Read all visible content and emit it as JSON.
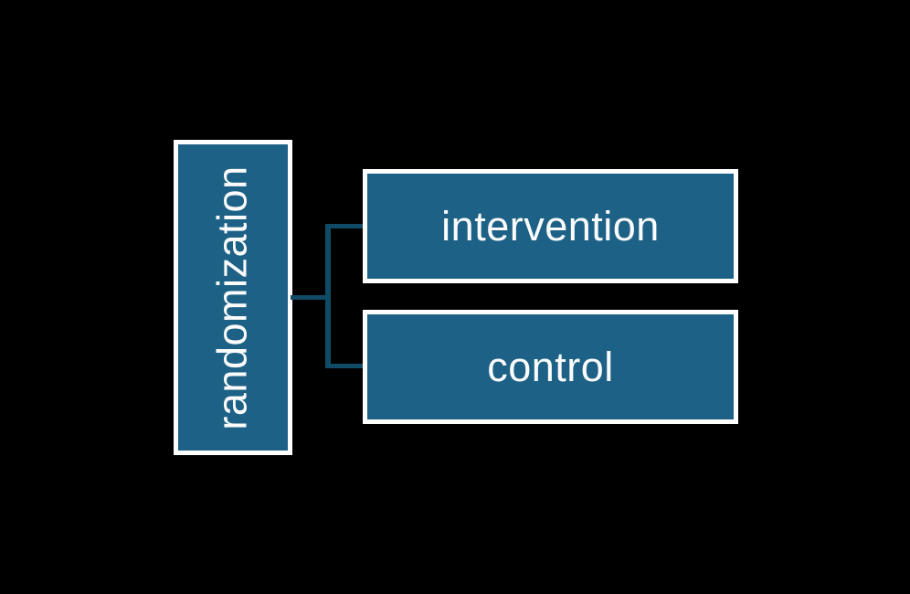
{
  "diagram": {
    "background_color": "#000000",
    "node_fill_color": "#1d6286",
    "node_border_color": "#ffffff",
    "connector_color": "#0f4b66",
    "text_color": "#fbfbfb",
    "nodes": {
      "randomization": {
        "label": "randomization"
      },
      "intervention": {
        "label": "intervention"
      },
      "control": {
        "label": "control"
      }
    }
  }
}
